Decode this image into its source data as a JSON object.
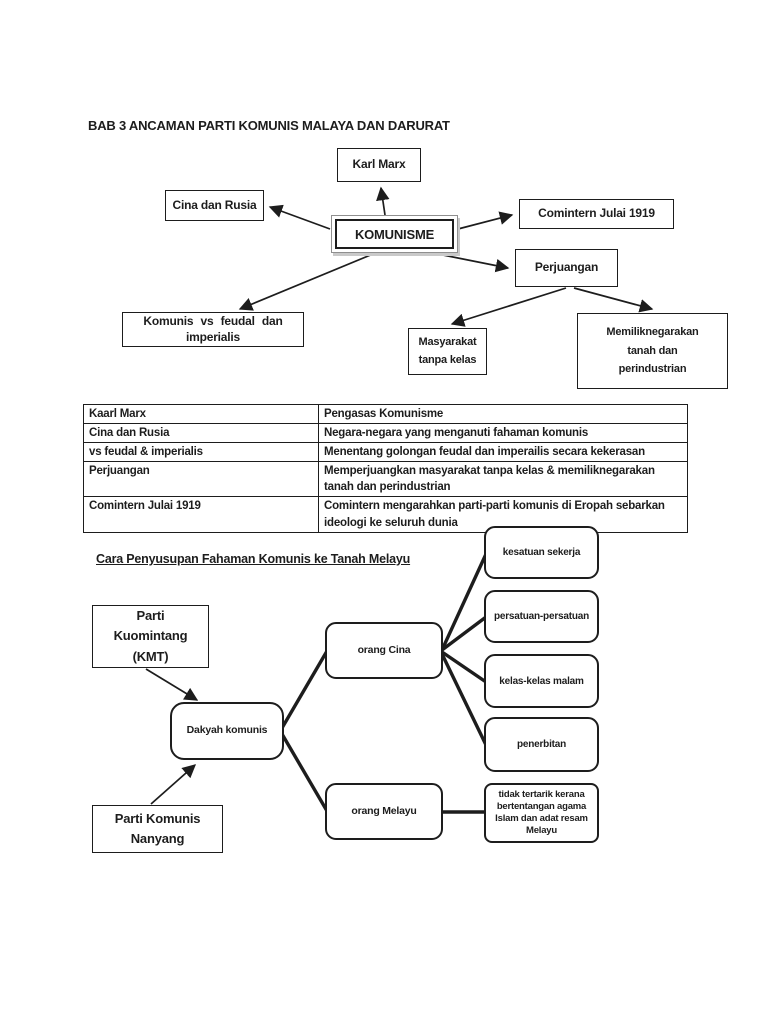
{
  "page": {
    "title": "BAB 3  ANCAMAN PARTI KOMUNIS MALAYA DAN DARURAT"
  },
  "diagram1": {
    "karl_marx": "Karl Marx",
    "cina_rusia": "Cina dan Rusia",
    "komunisme": "KOMUNISME",
    "comintern": "Comintern Julai 1919",
    "perjuangan": "Perjuangan",
    "komunis_vs": "Komunis vs feudal dan imperialis",
    "masyarakat": "Masyarakat tanpa kelas",
    "memilik": "Memiliknegarakan tanah dan perindustrian"
  },
  "table": {
    "rows": [
      {
        "term": "Kaarl Marx",
        "desc": "Pengasas Komunisme"
      },
      {
        "term": "Cina dan Rusia",
        "desc": "Negara-negara yang menganuti fahaman komunis"
      },
      {
        "term": "vs feudal & imperialis",
        "desc": "Menentang golongan feudal dan imperailis secara kekerasan"
      },
      {
        "term": "Perjuangan",
        "desc": "Memperjuangkan masyarakat tanpa kelas & memiliknegarakan tanah dan perindustrian"
      },
      {
        "term": "Comintern Julai 1919",
        "desc": "Comintern mengarahkan parti-parti komunis di Eropah sebarkan ideologi ke seluruh dunia"
      }
    ]
  },
  "section2": {
    "heading": "Cara Penyusupan Fahaman Komunis ke Tanah Melayu"
  },
  "diagram2": {
    "kmt": "Parti Kuomintang (KMT)",
    "nanyang": "Parti Komunis Nanyang",
    "dakyah": "Dakyah komunis",
    "orang_cina": "orang Cina",
    "orang_melayu": "orang Melayu",
    "targets": [
      "kesatuan sekerja",
      "persatuan-persatuan",
      "kelas-kelas malam",
      "penerbitan"
    ],
    "melayu_result": "tidak tertarik kerana bertentangan agama Islam dan adat resam Melayu"
  }
}
